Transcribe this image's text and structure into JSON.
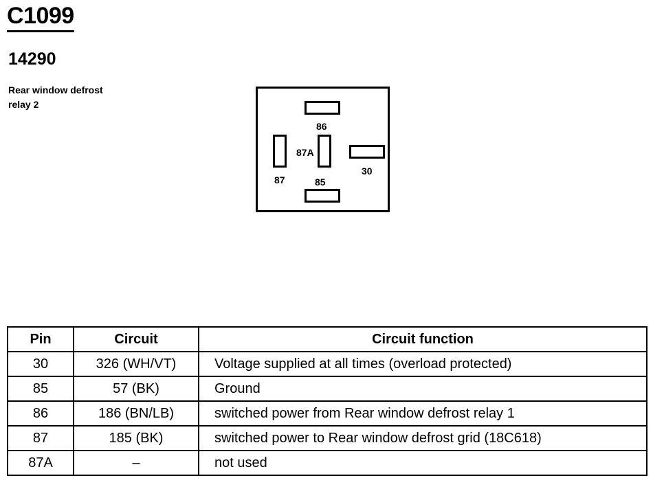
{
  "header": {
    "connector_id": "C1099",
    "part_number": "14290",
    "description_line1": "Rear window defrost",
    "description_line2": "relay 2"
  },
  "relay": {
    "pin_86": "86",
    "pin_87A": "87A",
    "pin_30": "30",
    "pin_87": "87",
    "pin_85": "85"
  },
  "table": {
    "headers": [
      "Pin",
      "Circuit",
      "Circuit function"
    ],
    "rows": [
      {
        "pin": "30",
        "circuit": "326 (WH/VT)",
        "function": "Voltage supplied at all times (overload protected)"
      },
      {
        "pin": "85",
        "circuit": "57 (BK)",
        "function": "Ground"
      },
      {
        "pin": "86",
        "circuit": "186 (BN/LB)",
        "function": "switched power from Rear window defrost relay 1"
      },
      {
        "pin": "87",
        "circuit": "185 (BK)",
        "function": "switched power to Rear window defrost grid (18C618)"
      },
      {
        "pin": "87A",
        "circuit": "–",
        "function": "not used"
      }
    ]
  }
}
